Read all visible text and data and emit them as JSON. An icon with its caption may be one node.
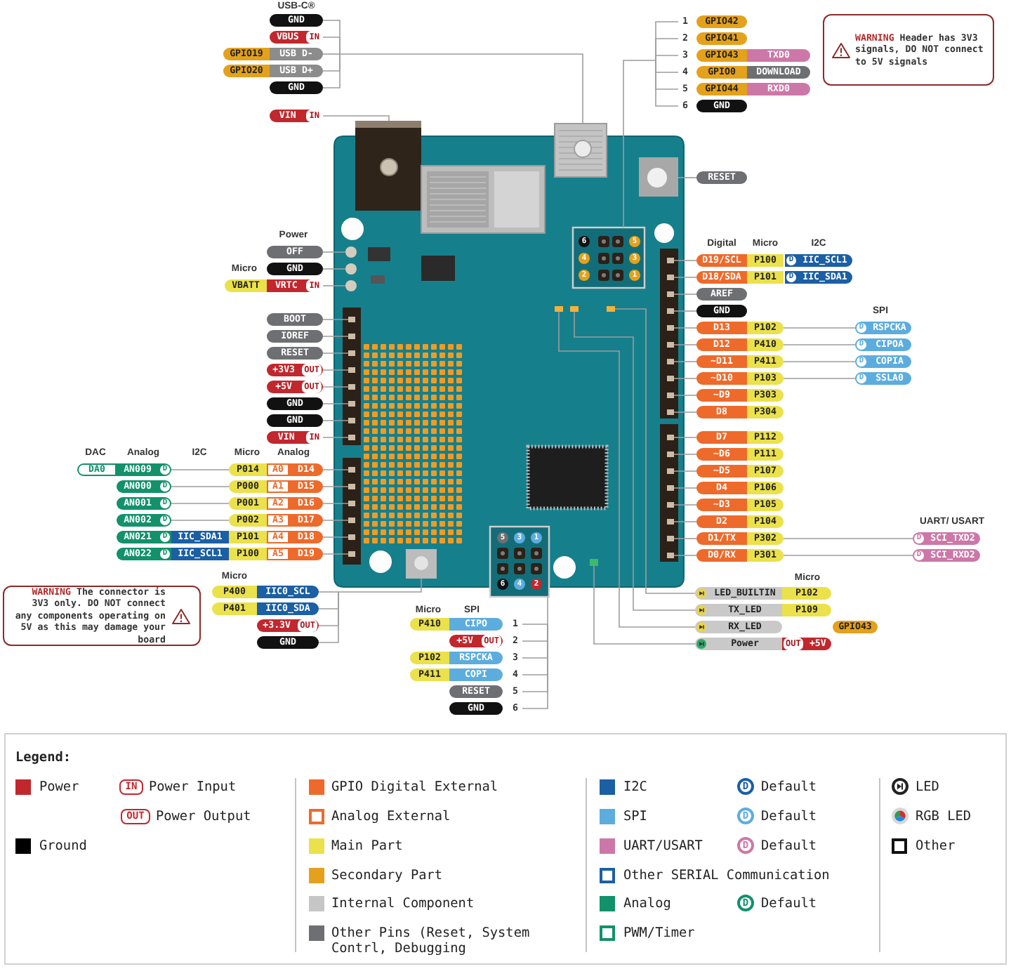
{
  "diagram": {
    "nodes": [
      {
        "text": [
          "GND"
        ]
      },
      {
        "text": [
          "VBUS",
          "IN"
        ]
      },
      {
        "text": [
          "GPIO19"
        ]
      },
      {
        "text": [
          "USB D-"
        ]
      },
      {
        "text": [
          "GPIO20"
        ]
      },
      {
        "text": [
          "USB D+"
        ]
      },
      {
        "text": [
          "GND"
        ]
      },
      {
        "text": [
          "VIN",
          "IN"
        ]
      },
      {
        "text": [
          "GPIO42"
        ],
        "beside": [
          "1"
        ]
      },
      {
        "text": [
          "GPIO41"
        ],
        "beside": [
          "2"
        ]
      },
      {
        "text": [
          "GPIO43"
        ],
        "beside": [
          "3"
        ]
      },
      {
        "text": [
          "TXD0"
        ]
      },
      {
        "text": [
          "GPIO0"
        ],
        "beside": [
          "4"
        ]
      },
      {
        "text": [
          "DOWNLOAD"
        ]
      },
      {
        "text": [
          "GPIO44"
        ],
        "beside": [
          "5"
        ]
      },
      {
        "text": [
          "RXD0"
        ]
      },
      {
        "text": [
          "GND"
        ],
        "beside": [
          "6"
        ]
      },
      {
        "text": [
          "WARNING Header has 3V3 signals, DO NOT connect to 5V signals"
        ]
      },
      {
        "text": [
          "RESET"
        ]
      },
      {
        "text": [
          "OFF"
        ]
      },
      {
        "text": [
          "GND"
        ]
      },
      {
        "text": [
          "VBATT"
        ]
      },
      {
        "text": [
          "VRTC",
          "IN"
        ]
      },
      {
        "text": [
          "BOOT"
        ]
      },
      {
        "text": [
          "IOREF"
        ]
      },
      {
        "text": [
          "RESET"
        ]
      },
      {
        "text": [
          "+3V3",
          "OUT"
        ]
      },
      {
        "text": [
          "+5V",
          "OUT"
        ]
      },
      {
        "text": [
          "GND"
        ]
      },
      {
        "text": [
          "GND"
        ]
      },
      {
        "text": [
          "VIN",
          "IN"
        ]
      },
      {
        "text": [
          "DA0"
        ]
      },
      {
        "text": [
          "AN009",
          "D"
        ]
      },
      {
        "text": [
          "P014"
        ]
      },
      {
        "text": [
          "A0"
        ]
      },
      {
        "text": [
          "D14"
        ]
      },
      {
        "text": [
          "AN000",
          "D"
        ]
      },
      {
        "text": [
          "P000"
        ]
      },
      {
        "text": [
          "A1"
        ]
      },
      {
        "text": [
          "D15"
        ]
      },
      {
        "text": [
          "AN001",
          "D"
        ]
      },
      {
        "text": [
          "P001"
        ]
      },
      {
        "text": [
          "A2"
        ]
      },
      {
        "text": [
          "D16"
        ]
      },
      {
        "text": [
          "AN002",
          "D"
        ]
      },
      {
        "text": [
          "P002"
        ]
      },
      {
        "text": [
          "A3"
        ]
      },
      {
        "text": [
          "D17"
        ]
      },
      {
        "text": [
          "AN021",
          "D"
        ]
      },
      {
        "text": [
          "IIC_SDA1"
        ]
      },
      {
        "text": [
          "P101"
        ]
      },
      {
        "text": [
          "A4"
        ]
      },
      {
        "text": [
          "D18"
        ]
      },
      {
        "text": [
          "AN022",
          "D"
        ]
      },
      {
        "text": [
          "IIC_SCL1"
        ]
      },
      {
        "text": [
          "P100"
        ]
      },
      {
        "text": [
          "A5"
        ]
      },
      {
        "text": [
          "D19"
        ]
      },
      {
        "text": [
          "D19/SCL"
        ]
      },
      {
        "text": [
          "P100"
        ]
      },
      {
        "text": [
          "D",
          "IIC_SCL1"
        ]
      },
      {
        "text": [
          "D18/SDA"
        ]
      },
      {
        "text": [
          "P101"
        ]
      },
      {
        "text": [
          "D",
          "IIC_SDA1"
        ]
      },
      {
        "text": [
          "AREF"
        ]
      },
      {
        "text": [
          "GND"
        ]
      },
      {
        "text": [
          "D13"
        ]
      },
      {
        "text": [
          "P102"
        ]
      },
      {
        "text": [
          "D",
          "RSPCKA"
        ]
      },
      {
        "text": [
          "D12"
        ]
      },
      {
        "text": [
          "P410"
        ]
      },
      {
        "text": [
          "D",
          "CIPOA"
        ]
      },
      {
        "text": [
          "~D11"
        ]
      },
      {
        "text": [
          "P411"
        ]
      },
      {
        "text": [
          "D",
          "COPIA"
        ]
      },
      {
        "text": [
          "~D10"
        ]
      },
      {
        "text": [
          "P103"
        ]
      },
      {
        "text": [
          "D",
          "SSLA0"
        ]
      },
      {
        "text": [
          "~D9"
        ]
      },
      {
        "text": [
          "P303"
        ]
      },
      {
        "text": [
          "D8"
        ]
      },
      {
        "text": [
          "P304"
        ]
      },
      {
        "text": [
          "D7"
        ]
      },
      {
        "text": [
          "P112"
        ]
      },
      {
        "text": [
          "~D6"
        ]
      },
      {
        "text": [
          "P111"
        ]
      },
      {
        "text": [
          "~D5"
        ]
      },
      {
        "text": [
          "P107"
        ]
      },
      {
        "text": [
          "D4"
        ]
      },
      {
        "text": [
          "P106"
        ]
      },
      {
        "text": [
          "~D3"
        ]
      },
      {
        "text": [
          "P105"
        ]
      },
      {
        "text": [
          "D2"
        ]
      },
      {
        "text": [
          "P104"
        ]
      },
      {
        "text": [
          "D1/TX"
        ]
      },
      {
        "text": [
          "P302"
        ]
      },
      {
        "text": [
          "D",
          "SCI_TXD2"
        ]
      },
      {
        "text": [
          "D0/RX"
        ]
      },
      {
        "text": [
          "P301"
        ]
      },
      {
        "text": [
          "D",
          "SCI_RXD2"
        ]
      },
      {
        "text": [
          "WARNING The connector is 3V3 only. DO NOT connect any components operating on 5V as this may damage your board"
        ]
      },
      {
        "text": [
          "P400"
        ]
      },
      {
        "text": [
          "IIC0_SCL"
        ]
      },
      {
        "text": [
          "P401"
        ]
      },
      {
        "text": [
          "IIC0_SDA"
        ]
      },
      {
        "text": [
          "+3.3V",
          "OUT"
        ]
      },
      {
        "text": [
          "GND"
        ]
      },
      {
        "text": [
          "P410"
        ]
      },
      {
        "text": [
          "CIPO"
        ],
        "beside": [
          "1"
        ]
      },
      {
        "text": [
          "+5V",
          "OUT"
        ],
        "beside": [
          "2"
        ]
      },
      {
        "text": [
          "P102"
        ]
      },
      {
        "text": [
          "RSPCKA"
        ],
        "beside": [
          "3"
        ]
      },
      {
        "text": [
          "P411"
        ]
      },
      {
        "text": [
          "COPI"
        ],
        "beside": [
          "4"
        ]
      },
      {
        "text": [
          "RESET"
        ],
        "beside": [
          "5"
        ]
      },
      {
        "text": [
          "GND"
        ],
        "beside": [
          "6"
        ]
      },
      {
        "text": [
          "LED_BUILTIN"
        ]
      },
      {
        "text": [
          "P102"
        ]
      },
      {
        "text": [
          "TX_LED"
        ]
      },
      {
        "text": [
          "P109"
        ]
      },
      {
        "text": [
          "RX_LED"
        ]
      },
      {
        "text": [
          "GPIO43"
        ]
      },
      {
        "text": [
          "Power"
        ]
      },
      {
        "text": [
          "OUT",
          "+5V"
        ]
      }
    ],
    "edges": [
      {
        "from": 0,
        "to": null,
        "arrow": "none"
      },
      {
        "from": 1,
        "to": null,
        "arrow": "none"
      },
      {
        "from": 3,
        "to": null,
        "arrow": "none"
      },
      {
        "from": 5,
        "to": null,
        "arrow": "none"
      },
      {
        "from": 6,
        "to": null,
        "arrow": "none"
      },
      {
        "from": 7,
        "to": null,
        "arrow": "none"
      },
      {
        "from": 8,
        "to": null,
        "arrow": "none"
      },
      {
        "from": 9,
        "to": null,
        "arrow": "none"
      },
      {
        "from": 10,
        "to": null,
        "arrow": "none"
      },
      {
        "from": 12,
        "to": null,
        "arrow": "none"
      },
      {
        "from": 14,
        "to": null,
        "arrow": "none"
      },
      {
        "from": 16,
        "to": null,
        "arrow": "none"
      },
      {
        "from": 18,
        "to": null,
        "arrow": "none"
      },
      {
        "from": 19,
        "to": null,
        "arrow": "none"
      },
      {
        "from": 20,
        "to": null,
        "arrow": "none"
      },
      {
        "from": 22,
        "to": null,
        "arrow": "none"
      },
      {
        "from": 23,
        "to": null,
        "arrow": "none"
      },
      {
        "from": 24,
        "to": null,
        "arrow": "none"
      },
      {
        "from": 25,
        "to": null,
        "arrow": "none"
      },
      {
        "from": 26,
        "to": null,
        "arrow": "none"
      },
      {
        "from": 27,
        "to": null,
        "arrow": "none"
      },
      {
        "from": 28,
        "to": null,
        "arrow": "none"
      },
      {
        "from": 29,
        "to": null,
        "arrow": "none"
      },
      {
        "from": 30,
        "to": null,
        "arrow": "none"
      },
      {
        "from": 32,
        "to": 33,
        "arrow": "none"
      },
      {
        "from": 35,
        "to": null,
        "arrow": "none"
      },
      {
        "from": 36,
        "to": 37,
        "arrow": "none"
      },
      {
        "from": 39,
        "to": null,
        "arrow": "none"
      },
      {
        "from": 40,
        "to": 41,
        "arrow": "none"
      },
      {
        "from": 43,
        "to": null,
        "arrow": "none"
      },
      {
        "from": 44,
        "to": 45,
        "arrow": "none"
      },
      {
        "from": 47,
        "to": null,
        "arrow": "none"
      },
      {
        "from": 52,
        "to": null,
        "arrow": "none"
      },
      {
        "from": 57,
        "to": null,
        "arrow": "none"
      },
      {
        "from": 58,
        "to": null,
        "arrow": "none"
      },
      {
        "from": 61,
        "to": null,
        "arrow": "none"
      },
      {
        "from": 64,
        "to": null,
        "arrow": "none"
      },
      {
        "from": 65,
        "to": null,
        "arrow": "none"
      },
      {
        "from": 66,
        "to": null,
        "arrow": "none"
      },
      {
        "from": 67,
        "to": 68,
        "arrow": "none"
      },
      {
        "from": 69,
        "to": null,
        "arrow": "none"
      },
      {
        "from": 70,
        "to": 71,
        "arrow": "none"
      },
      {
        "from": 72,
        "to": null,
        "arrow": "none"
      },
      {
        "from": 73,
        "to": 74,
        "arrow": "none"
      },
      {
        "from": 75,
        "to": null,
        "arrow": "none"
      },
      {
        "from": 76,
        "to": 77,
        "arrow": "none"
      },
      {
        "from": 78,
        "to": null,
        "arrow": "none"
      },
      {
        "from": 80,
        "to": null,
        "arrow": "none"
      },
      {
        "from": 82,
        "to": null,
        "arrow": "none"
      },
      {
        "from": 84,
        "to": null,
        "arrow": "none"
      },
      {
        "from": 86,
        "to": null,
        "arrow": "none"
      },
      {
        "from": 88,
        "to": null,
        "arrow": "none"
      },
      {
        "from": 90,
        "to": null,
        "arrow": "none"
      },
      {
        "from": 92,
        "to": null,
        "arrow": "none"
      },
      {
        "from": 94,
        "to": null,
        "arrow": "none"
      },
      {
        "from": 95,
        "to": 96,
        "arrow": "none"
      },
      {
        "from": 97,
        "to": null,
        "arrow": "none"
      },
      {
        "from": 98,
        "to": 99,
        "arrow": "none"
      },
      {
        "from": 102,
        "to": null,
        "arrow": "none"
      },
      {
        "from": 104,
        "to": null,
        "arrow": "none"
      },
      {
        "from": 105,
        "to": null,
        "arrow": "none"
      },
      {
        "from": 106,
        "to": null,
        "arrow": "none"
      },
      {
        "from": 108,
        "to": null,
        "arrow": "none"
      },
      {
        "from": 109,
        "to": null,
        "arrow": "none"
      },
      {
        "from": 111,
        "to": null,
        "arrow": "none"
      },
      {
        "from": 113,
        "to": null,
        "arrow": "none"
      },
      {
        "from": 114,
        "to": null,
        "arrow": "none"
      },
      {
        "from": 115,
        "to": null,
        "arrow": "none"
      },
      {
        "from": 116,
        "to": null,
        "arrow": "none"
      },
      {
        "from": 118,
        "to": null,
        "arrow": "none"
      },
      {
        "from": 120,
        "to": null,
        "arrow": "none"
      },
      {
        "from": 122,
        "to": null,
        "arrow": "none"
      }
    ],
    "labels": [
      "USB-C®",
      "Power",
      "6",
      "5",
      "Digital",
      "Micro",
      "I2C",
      "4",
      "3",
      "Micro",
      "2",
      "1",
      "SPI",
      "DAC",
      "Analog",
      "I2C",
      "Micro",
      "Analog",
      "UART/ USART",
      "5",
      "3",
      "1",
      "Micro",
      "6",
      "4",
      "2",
      "Micro",
      "Micro",
      "SPI",
      "Legend:",
      "IN",
      "OUT",
      "D",
      "D",
      "D",
      "D"
    ],
    "legend": [
      {
        "text": "Power",
        "color": "#c1272d"
      },
      {
        "text": "Power Input"
      },
      {
        "text": "Power Output"
      },
      {
        "text": "Ground",
        "color": "#000000"
      },
      {
        "text": "GPIO Digital External",
        "color": "#ee6a2b"
      },
      {
        "text": "Analog External"
      },
      {
        "text": "Main Part",
        "color": "#ebe14b"
      },
      {
        "text": "Secondary Part",
        "color": "#e4a11b"
      },
      {
        "text": "Internal Component",
        "color": "#c6c6c6"
      },
      {
        "text": "Other Pins (Reset, System Contrl, Debugging",
        "color": "#6e6f72"
      },
      {
        "text": "I2C",
        "color": "#1b5fa4"
      },
      {
        "text": "Default"
      },
      {
        "text": "SPI",
        "color": "#5cadde"
      },
      {
        "text": "Default"
      },
      {
        "text": "UART/USART",
        "color": "#cd77a8"
      },
      {
        "text": "Default"
      },
      {
        "text": "Other SERIAL Communication"
      },
      {
        "text": "Analog",
        "color": "#12916b"
      },
      {
        "text": "Default"
      },
      {
        "text": "PWM/Timer"
      },
      {
        "text": "LED"
      },
      {
        "text": "RGB LED"
      },
      {
        "text": "Other"
      }
    ]
  }
}
